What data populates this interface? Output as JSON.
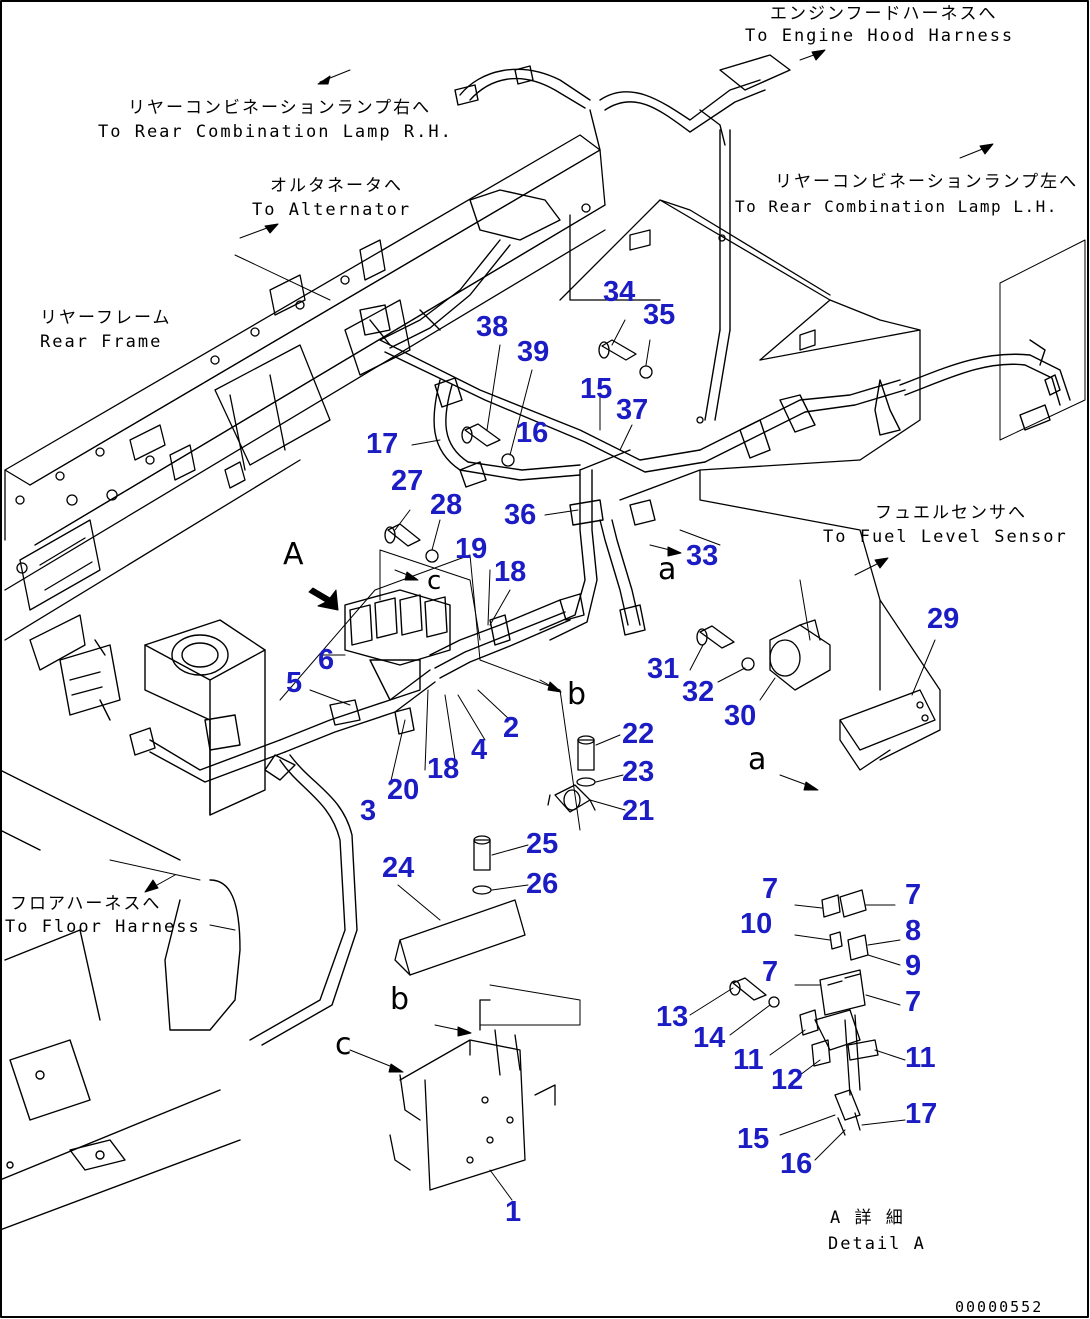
{
  "labels": {
    "engine_hood_jp": "エンジンフードハーネスへ",
    "engine_hood_en": "To Engine Hood Harness",
    "rear_comb_rh_jp": "リヤーコンビネーションランプ右へ",
    "rear_comb_rh_en": "To Rear Combination Lamp R.H.",
    "alternator_jp": "オルタネータへ",
    "alternator_en": "To Alternator",
    "rear_frame_jp": "リヤーフレーム",
    "rear_frame_en": "Rear Frame",
    "rear_comb_lh_jp": "リヤーコンビネーションランプ左へ",
    "rear_comb_lh_en": "To Rear Combination Lamp L.H.",
    "fuel_sensor_jp": "フュエルセンサへ",
    "fuel_sensor_en": "To Fuel Level Sensor",
    "floor_harness_jp": "フロアハーネスへ",
    "floor_harness_en": "To Floor Harness",
    "detail_jp": "A 詳 細",
    "detail_en": "Detail A"
  },
  "letters": {
    "A": "A",
    "a": "a",
    "b": "b",
    "c": "c"
  },
  "drawing_number": "00000552",
  "part_numbers": [
    "1",
    "2",
    "3",
    "4",
    "5",
    "6",
    "7",
    "8",
    "9",
    "10",
    "11",
    "12",
    "13",
    "14",
    "15",
    "16",
    "17",
    "18",
    "19",
    "20",
    "21",
    "22",
    "23",
    "24",
    "25",
    "26",
    "27",
    "28",
    "29",
    "30",
    "31",
    "32",
    "33",
    "34",
    "35",
    "36",
    "37",
    "38",
    "39"
  ],
  "colors": {
    "callout": "#1c1cc4",
    "line": "#000000",
    "background": "#ffffff"
  }
}
